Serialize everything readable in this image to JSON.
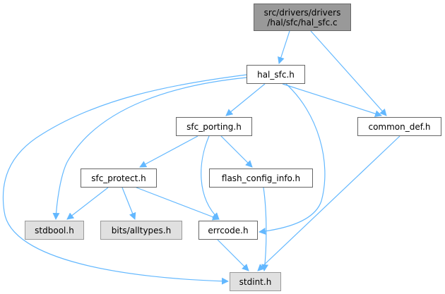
{
  "diagram": {
    "type": "include-dependency-graph",
    "edge_color": "#63b8ff",
    "nodes": [
      {
        "id": "root",
        "label_lines": [
          "src/drivers/drivers",
          "/hal/sfc/hal_sfc.c"
        ],
        "kind": "root",
        "fill": "#999999"
      },
      {
        "id": "hal_sfc",
        "label_lines": [
          "hal_sfc.h"
        ],
        "kind": "documented",
        "fill": "#ffffff"
      },
      {
        "id": "sfc_porting",
        "label_lines": [
          "sfc_porting.h"
        ],
        "kind": "documented",
        "fill": "#ffffff"
      },
      {
        "id": "common_def",
        "label_lines": [
          "common_def.h"
        ],
        "kind": "documented",
        "fill": "#ffffff"
      },
      {
        "id": "sfc_protect",
        "label_lines": [
          "sfc_protect.h"
        ],
        "kind": "documented",
        "fill": "#ffffff"
      },
      {
        "id": "flash_config_info",
        "label_lines": [
          "flash_config_info.h"
        ],
        "kind": "documented",
        "fill": "#ffffff"
      },
      {
        "id": "stdbool",
        "label_lines": [
          "stdbool.h"
        ],
        "kind": "system",
        "fill": "#e0e0e0"
      },
      {
        "id": "alltypes",
        "label_lines": [
          "bits/alltypes.h"
        ],
        "kind": "system",
        "fill": "#e0e0e0"
      },
      {
        "id": "errcode",
        "label_lines": [
          "errcode.h"
        ],
        "kind": "documented",
        "fill": "#ffffff"
      },
      {
        "id": "stdint",
        "label_lines": [
          "stdint.h"
        ],
        "kind": "system",
        "fill": "#e0e0e0"
      }
    ],
    "edges": [
      {
        "from": "root",
        "to": "hal_sfc"
      },
      {
        "from": "root",
        "to": "common_def"
      },
      {
        "from": "hal_sfc",
        "to": "sfc_porting"
      },
      {
        "from": "hal_sfc",
        "to": "common_def"
      },
      {
        "from": "hal_sfc",
        "to": "stdbool"
      },
      {
        "from": "hal_sfc",
        "to": "stdint"
      },
      {
        "from": "hal_sfc",
        "to": "errcode"
      },
      {
        "from": "sfc_porting",
        "to": "sfc_protect"
      },
      {
        "from": "sfc_porting",
        "to": "flash_config_info"
      },
      {
        "from": "sfc_porting",
        "to": "errcode"
      },
      {
        "from": "sfc_protect",
        "to": "stdbool"
      },
      {
        "from": "sfc_protect",
        "to": "alltypes"
      },
      {
        "from": "sfc_protect",
        "to": "errcode"
      },
      {
        "from": "flash_config_info",
        "to": "stdint"
      },
      {
        "from": "errcode",
        "to": "stdint"
      },
      {
        "from": "common_def",
        "to": "stdint"
      }
    ]
  }
}
